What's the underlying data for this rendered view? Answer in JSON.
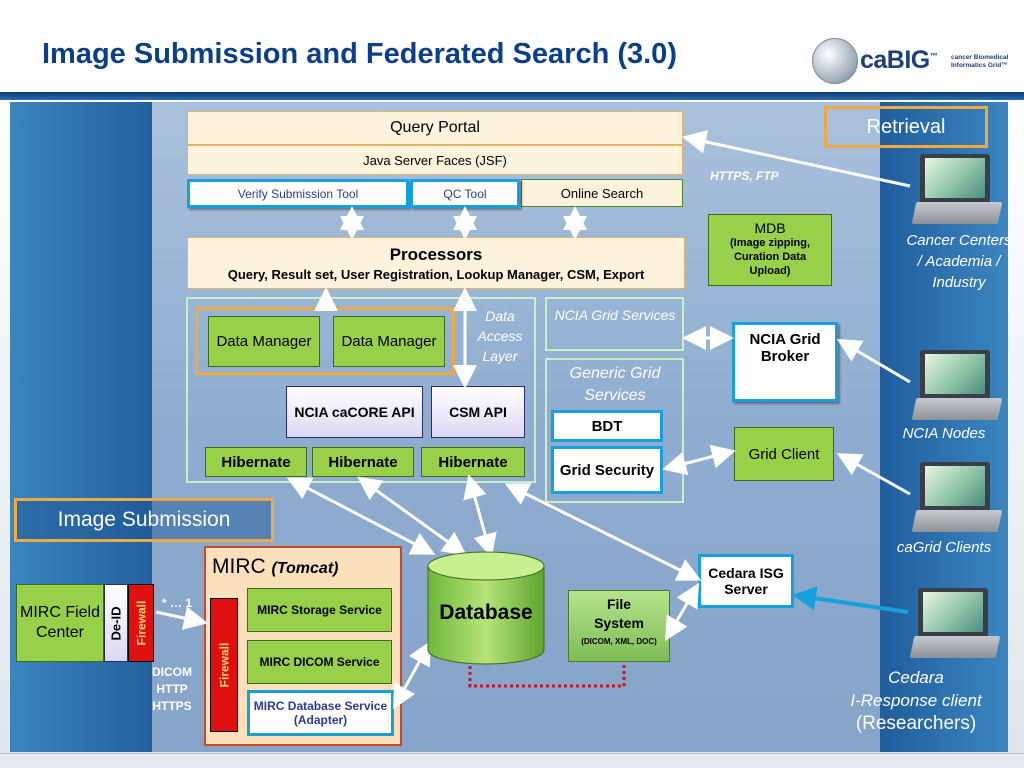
{
  "title": "Image Submission and Federated Search (3.0)",
  "logo": {
    "text": "caBIG",
    "tm": "™",
    "subtitle": "cancer Biomedical Informatics Grid™"
  },
  "retrieval_label": "Retrieval",
  "image_submission_label": "Image Submission",
  "query_portal": "Query Portal",
  "jsf": "Java Server Faces (JSF)",
  "verify_tool": "Verify Submission Tool",
  "qc_tool": "QC Tool",
  "online_search": "Online Search",
  "https_ftp": "HTTPS, FTP",
  "mdb": {
    "title": "MDB",
    "detail": "(Image zipping, Curation Data Upload)"
  },
  "processors": {
    "title": "Processors",
    "detail": "Query, Result set, User Registration, Lookup Manager, CSM, Export"
  },
  "data_access_layer": "Data Access Layer",
  "data_manager_1": "Data Manager",
  "data_manager_2": "Data Manager",
  "cacore_api": "NCIA caCORE API",
  "csm_api": "CSM API",
  "hibernate_1": "Hibernate",
  "hibernate_2": "Hibernate",
  "hibernate_3": "Hibernate",
  "ncia_grid_services": "NCIA Grid Services",
  "generic_grid_services": "Generic Grid Services",
  "bdt": "BDT",
  "grid_security": "Grid Security",
  "ncia_grid_broker": "NCIA Grid Broker",
  "grid_client": "Grid Client",
  "cancer_centers": "Cancer Centers / Academia / Industry",
  "ncia_nodes": "NCIA Nodes",
  "cagrid_clients": "caGrid  Clients",
  "cedara_client": {
    "line1": "Cedara",
    "line2": "I-Response client",
    "line3": "(Researchers)"
  },
  "mirc": {
    "name": "MIRC",
    "tomcat": "(Tomcat)"
  },
  "firewall_inner": "Firewall",
  "mirc_storage": "MIRC Storage Service",
  "mirc_dicom": "MIRC DICOM Service",
  "mirc_db_service": "MIRC Database Service (Adapter)",
  "database": "Database",
  "file_system": {
    "title": "File System",
    "detail": "(DICOM, XML, DOC)"
  },
  "cedara_isg": "Cedara ISG Server",
  "mirc_field_center": "MIRC Field Center",
  "de_id": "De-ID",
  "firewall_outer": "Firewall",
  "multiplicity": "* … 1",
  "protocols": "DICOM HTTP HTTPS",
  "colors": {
    "title": "#0b3f8a",
    "accent_orange": "#f0a840",
    "green": "#99d04a",
    "cyan_border": "#16a0dc",
    "firewall_red": "#e01010"
  }
}
